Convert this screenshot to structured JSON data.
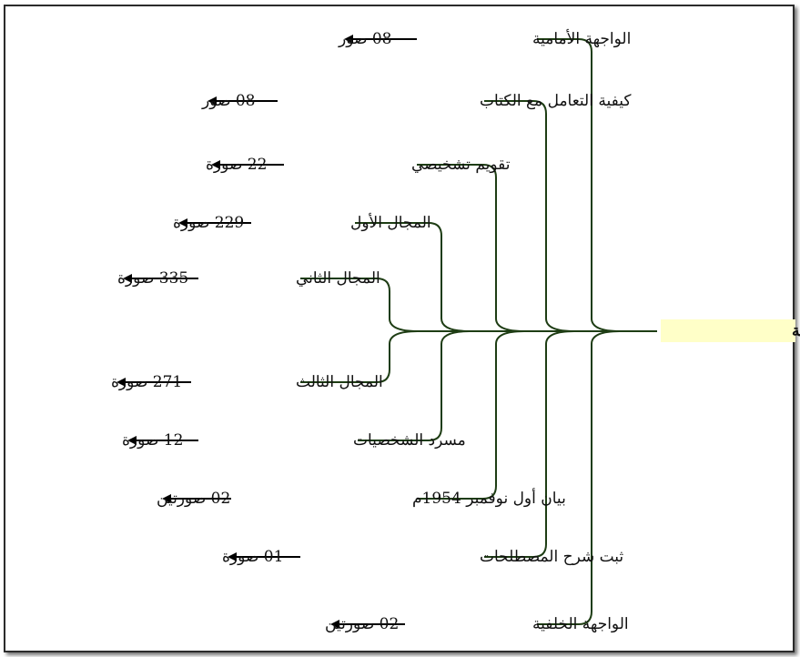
{
  "root": {
    "label": "الصورة التعليمية",
    "highlight_color": "#ffffc8"
  },
  "colors": {
    "branch": "#1e3d14",
    "arrow": "#000000",
    "frame": "#2b2b2b"
  },
  "items": [
    {
      "label": "الواجهة الأمامية",
      "count": "08 صور"
    },
    {
      "label": "كيفية التعامل مع الكتاب",
      "count": "08 صور"
    },
    {
      "label": "تقويم تشخيصي",
      "count": "22 صورة"
    },
    {
      "label": "المجال الأول",
      "count": "229 صورة"
    },
    {
      "label": "المجال الثاني",
      "count": "335 صورة"
    },
    {
      "label": "المجال الثالث",
      "count": "271 صورة"
    },
    {
      "label": "مسرد الشخصيات",
      "count": "12 صورة"
    },
    {
      "label": "بيان أول نوفمبر 1954م",
      "count": "02 صورتين"
    },
    {
      "label": "ثبت شرح المصطلحات",
      "count": "01 صورة"
    },
    {
      "label": "الواجهة الخلفية",
      "count": "02 صورتين"
    }
  ]
}
